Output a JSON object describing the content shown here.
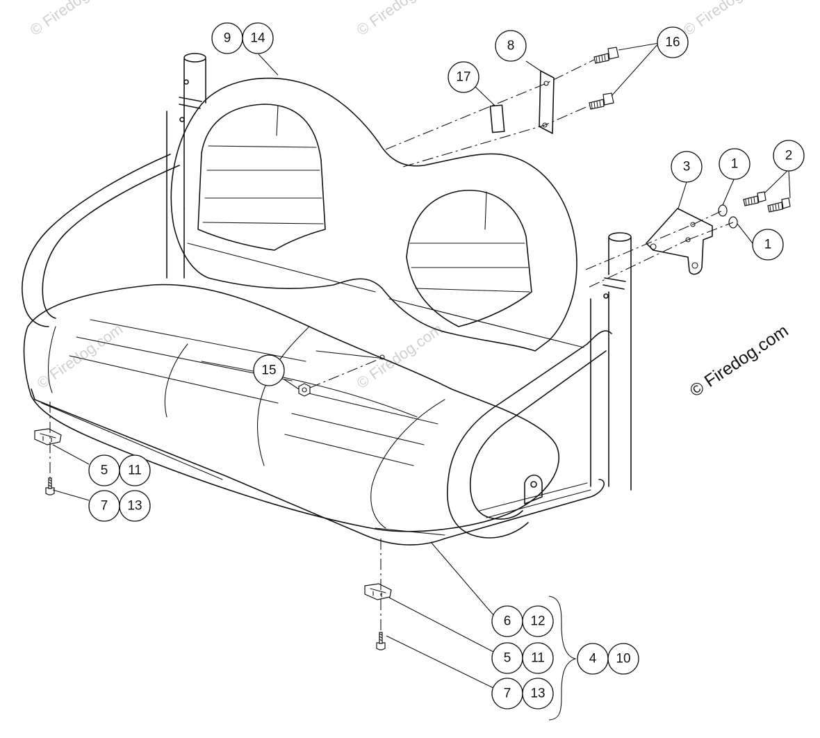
{
  "watermark": {
    "main_text": "© Firedog.com",
    "faint_text": "© Firedog.com"
  },
  "callouts": [
    {
      "id": "b-9",
      "label": "9"
    },
    {
      "id": "b-14",
      "label": "14"
    },
    {
      "id": "b-8",
      "label": "8"
    },
    {
      "id": "b-16",
      "label": "16"
    },
    {
      "id": "b-17",
      "label": "17"
    },
    {
      "id": "b-3",
      "label": "3"
    },
    {
      "id": "b-1a",
      "label": "1"
    },
    {
      "id": "b-2",
      "label": "2"
    },
    {
      "id": "b-1b",
      "label": "1"
    },
    {
      "id": "b-15",
      "label": "15"
    },
    {
      "id": "b-5a",
      "label": "5"
    },
    {
      "id": "b-11a",
      "label": "11"
    },
    {
      "id": "b-7a",
      "label": "7"
    },
    {
      "id": "b-13a",
      "label": "13"
    },
    {
      "id": "b-6",
      "label": "6"
    },
    {
      "id": "b-12",
      "label": "12"
    },
    {
      "id": "b-5b",
      "label": "5"
    },
    {
      "id": "b-11b",
      "label": "11"
    },
    {
      "id": "b-4",
      "label": "4"
    },
    {
      "id": "b-10",
      "label": "10"
    },
    {
      "id": "b-7b",
      "label": "7"
    },
    {
      "id": "b-13b",
      "label": "13"
    }
  ]
}
